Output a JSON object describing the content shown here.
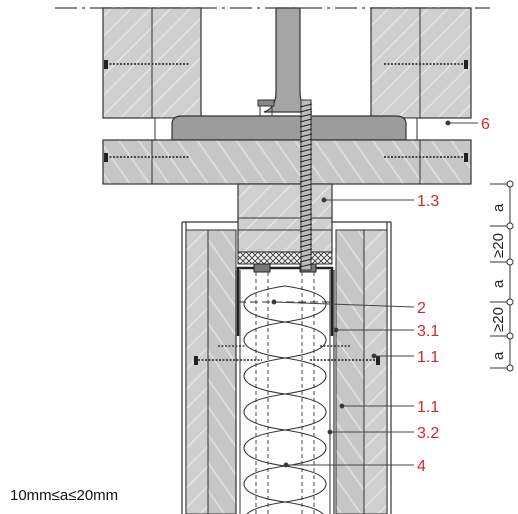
{
  "callouts": [
    {
      "id": "6",
      "label": "6"
    },
    {
      "id": "1_3",
      "label": "1.3"
    },
    {
      "id": "2",
      "label": "2"
    },
    {
      "id": "3_1",
      "label": "3.1"
    },
    {
      "id": "1_1a",
      "label": "1.1"
    },
    {
      "id": "1_1b",
      "label": "1.1"
    },
    {
      "id": "3_2",
      "label": "3.2"
    },
    {
      "id": "4",
      "label": "4"
    }
  ],
  "dimensions": [
    "a",
    "≥20",
    "a",
    "≥20",
    "a"
  ],
  "note": "10mm≤a≤20mm",
  "colors": {
    "callout_text": "#d6262b",
    "leader": "#444444",
    "timber_light": "#d4d4d4",
    "timber_mid": "#bdbdbd",
    "steel": "#9a9a9a",
    "outline": "#333333"
  }
}
